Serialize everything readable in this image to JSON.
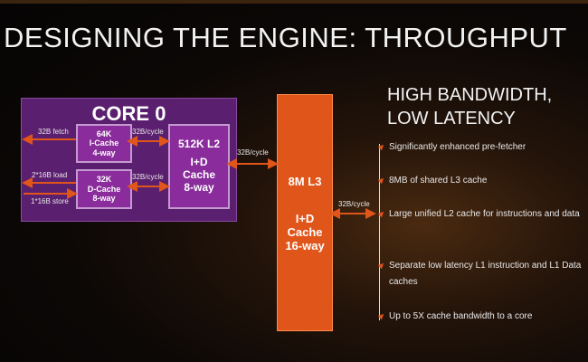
{
  "title": "DESIGNING THE ENGINE: THROUGHPUT",
  "core": {
    "title": "CORE 0",
    "icache": [
      "64K",
      "I-Cache",
      "4-way"
    ],
    "dcache": [
      "32K",
      "D-Cache",
      "8-way"
    ],
    "l2": [
      "512K L2",
      "I+D",
      "Cache",
      "8-way"
    ],
    "fetch_label": "32B fetch",
    "load_label": "2*16B load",
    "store_label": "1*16B store",
    "icache_l2_bw": "32B/cycle",
    "dcache_l2_bw": "32B/cycle"
  },
  "l2_l3_bw": "32B/cycle",
  "l3": {
    "top": "8M L3",
    "lines": [
      "I+D",
      "Cache",
      "16-way"
    ]
  },
  "l3_out_bw": "32B/cycle",
  "headline": [
    "HIGH BANDWIDTH,",
    "LOW LATENCY"
  ],
  "bullets": [
    "Significantly enhanced pre-fetcher",
    "8MB of shared L3 cache",
    "Large unified L2 cache for instructions and data",
    "Separate low latency  L1 instruction and L1 Data caches",
    "Up to 5X cache bandwidth to a core"
  ],
  "colors": {
    "core_bg": "#5a1f6e",
    "cache_box": "#8a2c9c",
    "l3": "#e0551a",
    "arrow": "#e0551a"
  }
}
